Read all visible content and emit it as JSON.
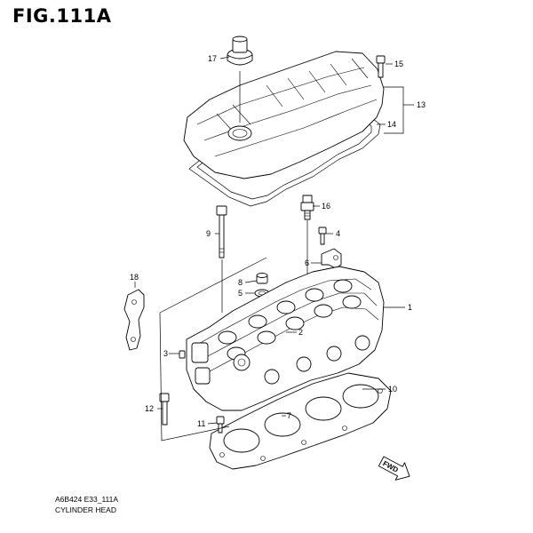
{
  "figure": {
    "title": "FIG.111A",
    "code": "A6B424 E33_111A",
    "caption": "CYLINDER HEAD"
  },
  "callouts": [
    "1",
    "2",
    "3",
    "4",
    "5",
    "6",
    "7",
    "8",
    "9",
    "10",
    "11",
    "12",
    "13",
    "14",
    "15",
    "16",
    "17",
    "18"
  ],
  "direction_label": "FWD"
}
